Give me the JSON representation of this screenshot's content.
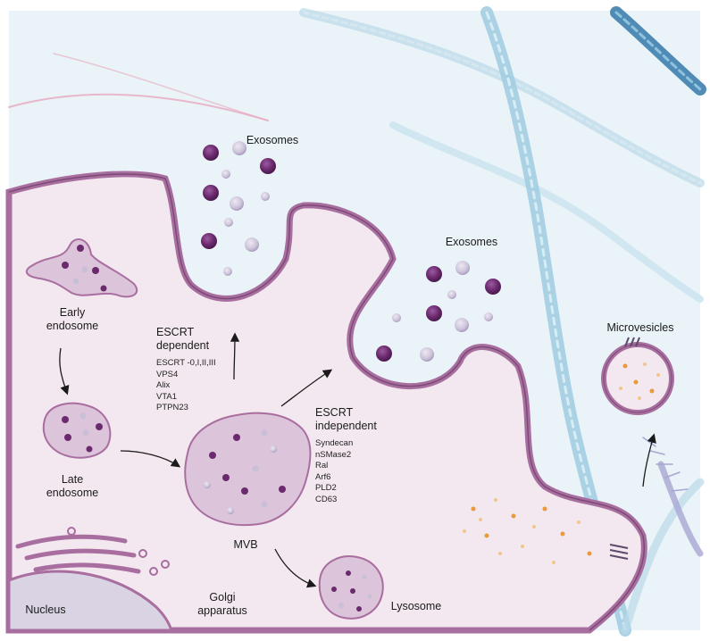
{
  "labels": {
    "exosomes_top": "Exosomes",
    "exosomes_right": "Exosomes",
    "microvesicles": "Microvesicles",
    "early_endosome_1": "Early",
    "early_endosome_2": "endosome",
    "late_endosome_1": "Late",
    "late_endosome_2": "endosome",
    "mvb": "MVB",
    "lysosome": "Lysosome",
    "nucleus": "Nucleus",
    "golgi_1": "Golgi",
    "golgi_2": "apparatus"
  },
  "escrt_dependent": {
    "title_1": "ESCRT",
    "title_2": "dependent",
    "items": [
      "ESCRT -0,I,II,III",
      "VPS4",
      "Alix",
      "VTA1",
      "PTPN23"
    ]
  },
  "escrt_independent": {
    "title_1": "ESCRT",
    "title_2": "independent",
    "items": [
      "Syndecan",
      "nSMase2",
      "Ral",
      "Arf6",
      "PLD2",
      "CD63"
    ]
  },
  "colors": {
    "extracellular_bg": "#e9f3f8",
    "cytoplasm": "#f3e8ef",
    "membrane": "#a96ea0",
    "membrane_dark": "#7b4a75",
    "vesicle_dark": "#6b2a6e",
    "vesicle_light": "#c9bfd6",
    "fiber_blue": "#9fcbe0",
    "fiber_pink": "#e7a8c2",
    "cargo_orange": "#e89a3c"
  }
}
